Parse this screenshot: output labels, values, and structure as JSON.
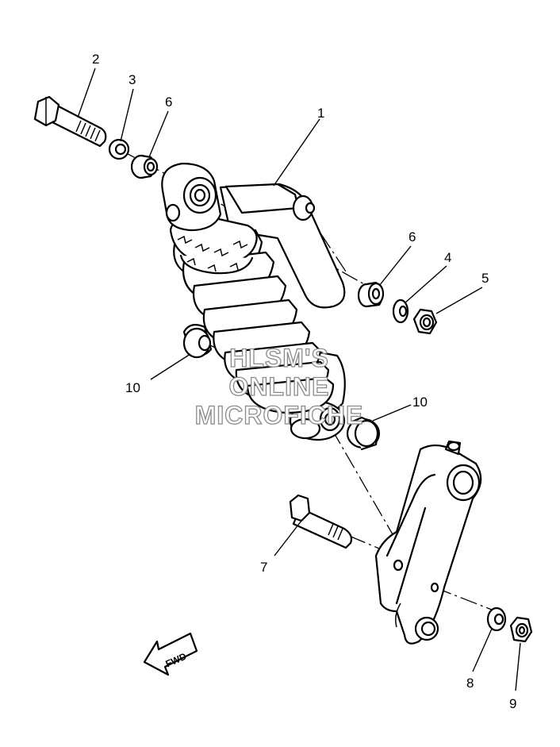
{
  "callouts": {
    "c1": "1",
    "c2": "2",
    "c3": "3",
    "c4": "4",
    "c5": "5",
    "c6a": "6",
    "c6b": "6",
    "c7": "7",
    "c8": "8",
    "c9": "9",
    "c10a": "10",
    "c10b": "10"
  },
  "watermark": {
    "line1": "HLSM'S",
    "line2": "ONLINE",
    "line3": "MICROFICHE"
  },
  "direction_label": "FWD",
  "colors": {
    "line": "#000000",
    "watermark_outline": "#8a8a8a",
    "background": "#ffffff"
  }
}
